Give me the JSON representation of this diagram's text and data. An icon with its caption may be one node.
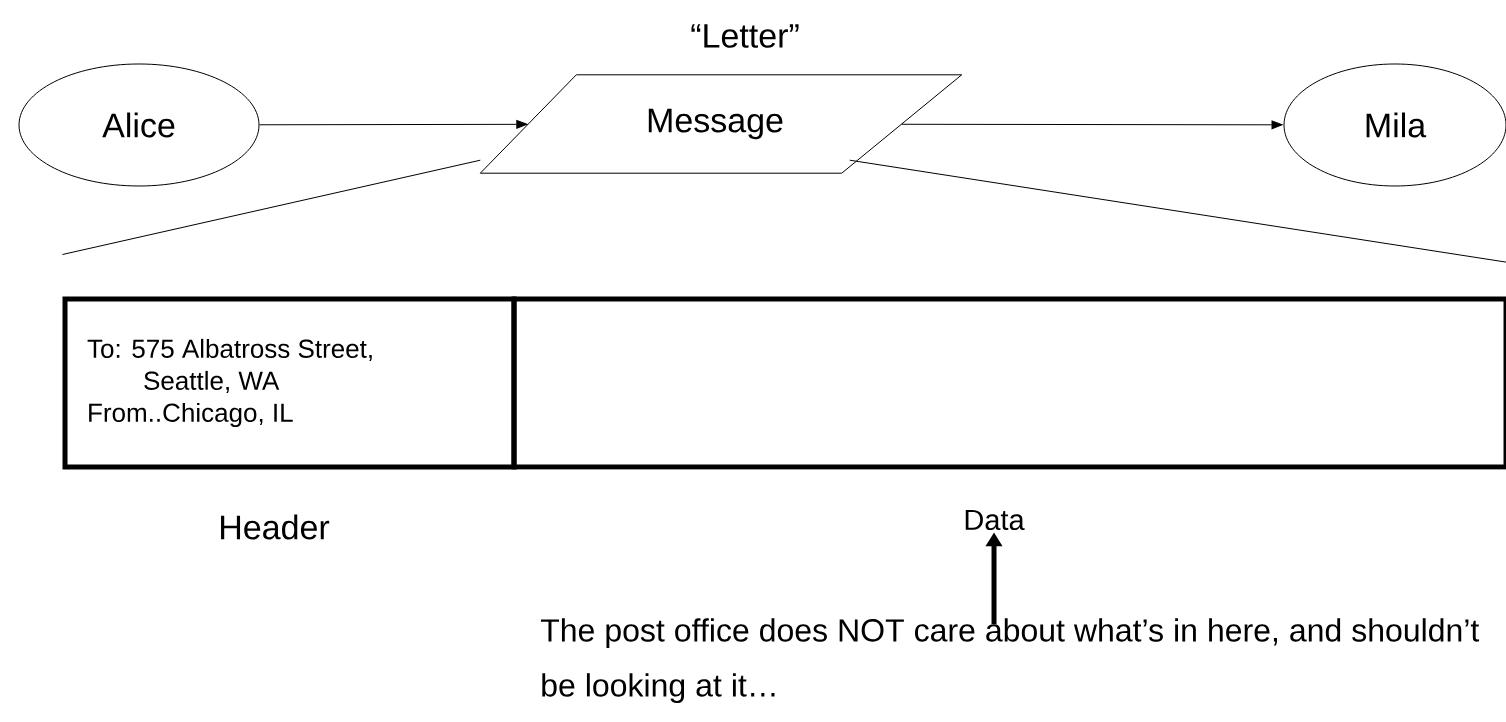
{
  "diagram": {
    "nodes": [
      {
        "text": [
          "Alice"
        ]
      },
      {
        "text": [
          "Message"
        ],
        "beside": [
          "“Letter”"
        ]
      },
      {
        "text": [
          "Mila"
        ]
      },
      {
        "text": [
          "To: 575 Albatross Street,",
          "Seattle, WA",
          "From..Chicago, IL"
        ],
        "beside": [
          "Header"
        ]
      },
      {
        "text": [],
        "shape": "box"
      },
      {
        "text": [
          "Data"
        ]
      },
      {
        "text": [
          "The post office does NOT care about what’s in here, and shouldn’t be looking at it…"
        ]
      }
    ],
    "edges": [
      {
        "from": 0,
        "to": 1,
        "arrow": "to"
      },
      {
        "from": 1,
        "to": 2,
        "arrow": "to"
      },
      {
        "from": 1,
        "to": 3,
        "arrow": "none"
      },
      {
        "from": 1,
        "to": 4,
        "arrow": "none"
      },
      {
        "from": 6,
        "to": 5,
        "arrow": "to",
        "style": "thick"
      }
    ]
  }
}
